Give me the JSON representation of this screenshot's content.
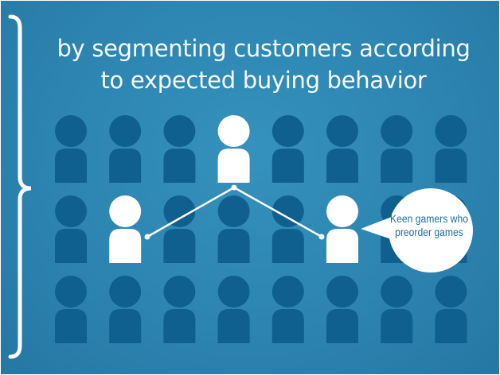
{
  "title": {
    "line1": "by segmenting customers according",
    "line2": "to expected buying behavior"
  },
  "grid": {
    "rows": 3,
    "cols": 8,
    "highlighted": [
      [
        0,
        3
      ],
      [
        1,
        1
      ],
      [
        1,
        5
      ]
    ]
  },
  "callout": {
    "line1": "Keen gamers who",
    "line2": "preorder games"
  },
  "colors": {
    "background": "#2c83af",
    "figure": "#0f5f8f",
    "highlight": "#ffffff",
    "text": "#1f6f9c"
  }
}
